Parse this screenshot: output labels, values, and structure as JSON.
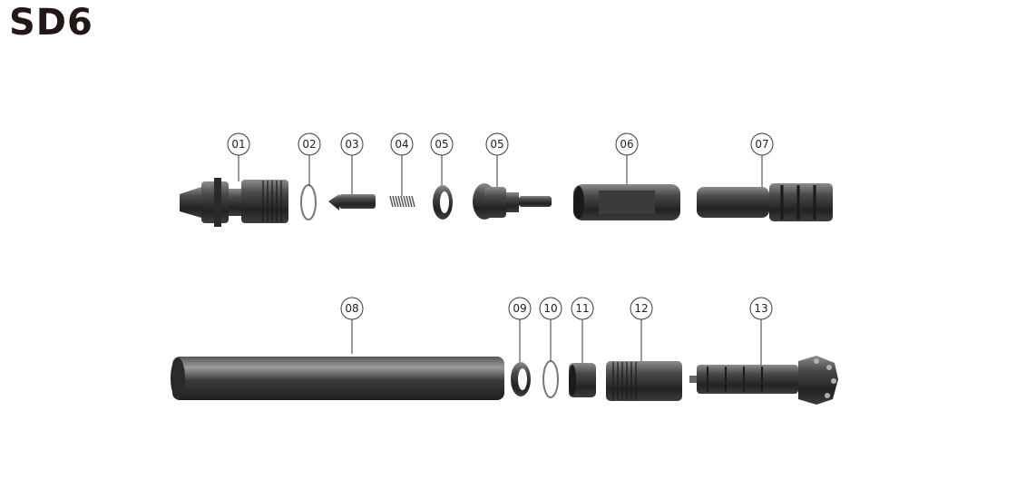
{
  "title": "SD6",
  "colors": {
    "part_dark": "#2b2b2b",
    "part_mid": "#6e6e6e",
    "part_light": "#9a9a9a",
    "callout_stroke": "#3a3a3a"
  },
  "callouts": {
    "c1": "01",
    "c2": "02",
    "c3": "03",
    "c4": "04",
    "c5a": "05",
    "c5b": "05",
    "c6": "06",
    "c7": "07",
    "c8": "08",
    "c9": "09",
    "c10": "10",
    "c11": "11",
    "c12": "12",
    "c13": "13"
  }
}
